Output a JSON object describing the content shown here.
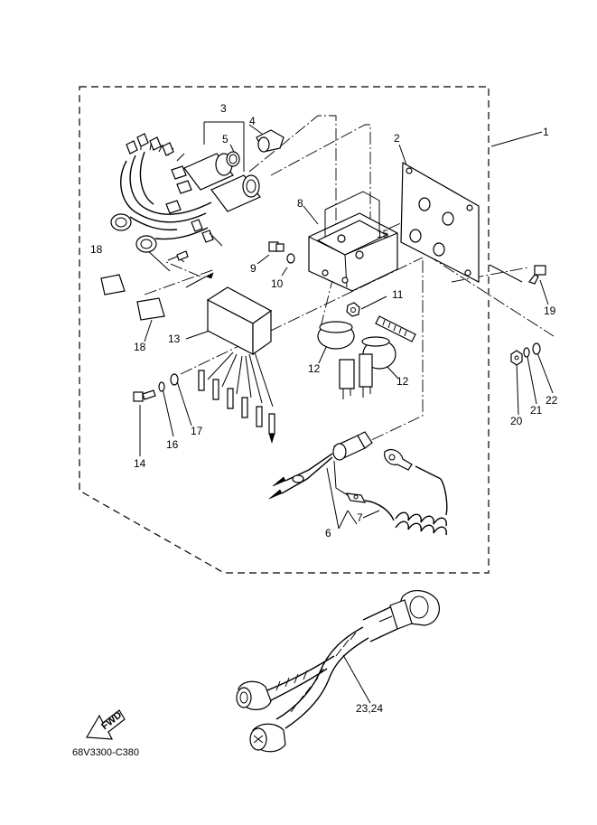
{
  "diagram": {
    "reference_code": "68V3300-C380",
    "fwd_label": "FWD",
    "callouts": [
      {
        "id": "c1",
        "label": "1"
      },
      {
        "id": "c2",
        "label": "2"
      },
      {
        "id": "c3",
        "label": "3"
      },
      {
        "id": "c4",
        "label": "4"
      },
      {
        "id": "c5",
        "label": "5"
      },
      {
        "id": "c6",
        "label": "6"
      },
      {
        "id": "c7",
        "label": "7"
      },
      {
        "id": "c8",
        "label": "8"
      },
      {
        "id": "c9",
        "label": "9"
      },
      {
        "id": "c10",
        "label": "10"
      },
      {
        "id": "c11",
        "label": "11"
      },
      {
        "id": "c12a",
        "label": "12"
      },
      {
        "id": "c12b",
        "label": "12"
      },
      {
        "id": "c13",
        "label": "13"
      },
      {
        "id": "c14",
        "label": "14"
      },
      {
        "id": "c15",
        "label": "15"
      },
      {
        "id": "c16",
        "label": "16"
      },
      {
        "id": "c17",
        "label": "17"
      },
      {
        "id": "c18a",
        "label": "18"
      },
      {
        "id": "c18b",
        "label": "18"
      },
      {
        "id": "c19",
        "label": "19"
      },
      {
        "id": "c20",
        "label": "20"
      },
      {
        "id": "c21",
        "label": "21"
      },
      {
        "id": "c22",
        "label": "22"
      },
      {
        "id": "c2324",
        "label": "23,24"
      }
    ]
  }
}
